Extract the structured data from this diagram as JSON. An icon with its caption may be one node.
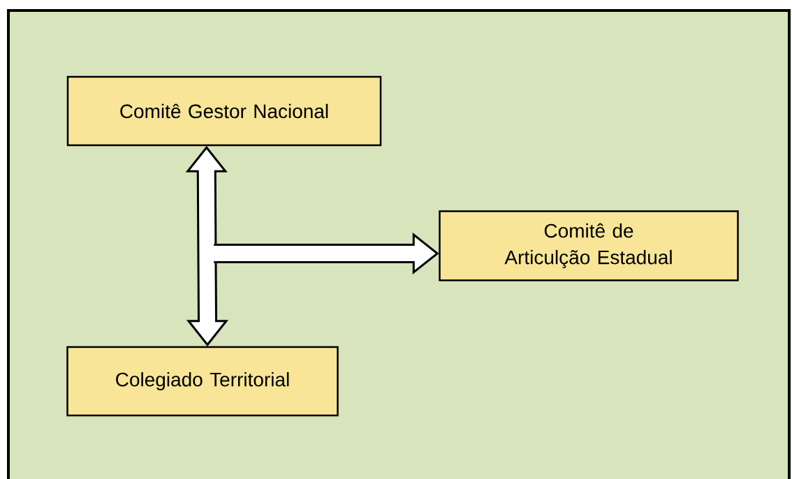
{
  "diagram": {
    "nodes": [
      {
        "text": [
          "Comitê Gestor Nacional"
        ]
      },
      {
        "text": [
          "Comitê de Articulção Estadual"
        ]
      },
      {
        "text": [
          "Colegiado Territorial"
        ]
      }
    ],
    "edges": [
      {
        "from": 0,
        "to": 2,
        "arrow": "both",
        "style": "thick"
      },
      {
        "from": 0,
        "to": 1,
        "arrow": "to",
        "style": "thick"
      }
    ]
  }
}
